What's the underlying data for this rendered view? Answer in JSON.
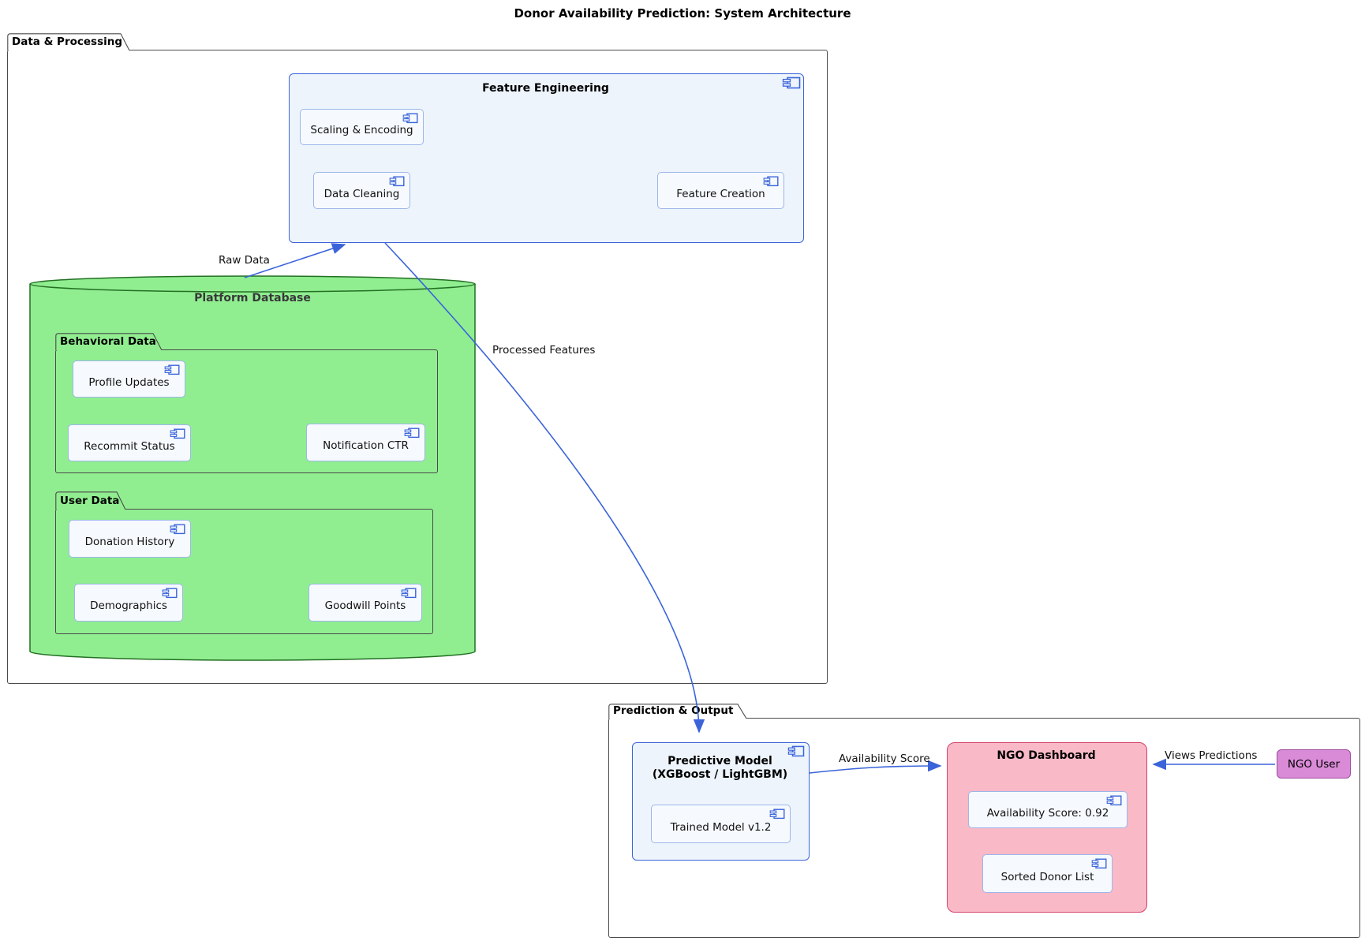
{
  "title": "Donor Availability Prediction: System Architecture",
  "groups": {
    "data_processing": {
      "label": "Data & Processing"
    },
    "prediction_output": {
      "label": "Prediction & Output"
    },
    "behavioral_data": {
      "label": "Behavioral Data"
    },
    "user_data": {
      "label": "User Data"
    }
  },
  "database": {
    "title": "Platform Database"
  },
  "components": {
    "feature_engineering": {
      "title": "Feature Engineering"
    },
    "scaling_encoding": {
      "label": "Scaling & Encoding"
    },
    "data_cleaning": {
      "label": "Data Cleaning"
    },
    "feature_creation": {
      "label": "Feature Creation"
    },
    "profile_updates": {
      "label": "Profile Updates"
    },
    "recommit_status": {
      "label": "Recommit Status"
    },
    "notification_ctr": {
      "label": "Notification CTR"
    },
    "donation_history": {
      "label": "Donation History"
    },
    "demographics": {
      "label": "Demographics"
    },
    "goodwill_points": {
      "label": "Goodwill Points"
    },
    "predictive_model": {
      "title_line1": "Predictive Model",
      "title_line2": "(XGBoost / LightGBM)"
    },
    "trained_model": {
      "label": "Trained Model v1.2"
    },
    "ngo_dashboard": {
      "title": "NGO Dashboard"
    },
    "availability_score_item": {
      "label": "Availability Score: 0.92"
    },
    "sorted_donor_list": {
      "label": "Sorted Donor List"
    }
  },
  "actor": {
    "label": "NGO User"
  },
  "edges": {
    "raw_data": {
      "label": "Raw Data"
    },
    "processed_features": {
      "label": "Processed Features"
    },
    "availability_score": {
      "label": "Availability Score"
    },
    "views_predictions": {
      "label": "Views Predictions"
    }
  },
  "colors": {
    "arrow_blue": "#3B64DA",
    "component_fill": "#F6FAFE",
    "component_border": "#9DB6EA",
    "container_fill": "#EDF4FC",
    "container_border": "#3B64DA",
    "database_fill": "#90EE90",
    "database_border": "#237023",
    "dashboard_fill": "#F9B9C7",
    "dashboard_border": "#D3426B",
    "actor_fill": "#DA8BD8",
    "actor_border": "#9C4C9C"
  }
}
